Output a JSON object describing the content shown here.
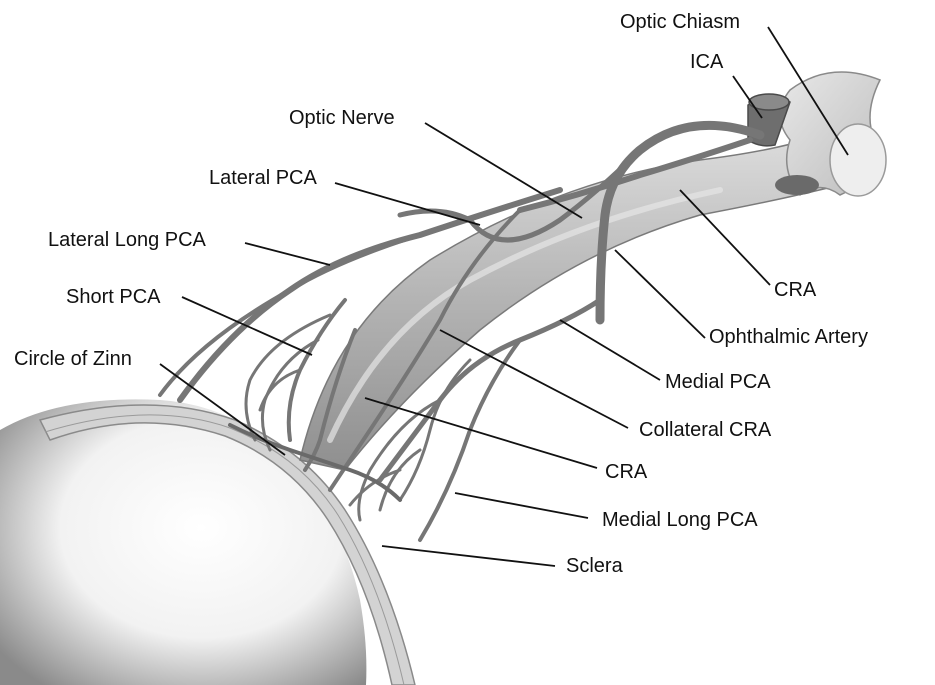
{
  "labels": {
    "optic_chiasm": "Optic Chiasm",
    "ica": "ICA",
    "optic_nerve": "Optic Nerve",
    "lateral_pca": "Lateral PCA",
    "lateral_long_pca": "Lateral Long PCA",
    "short_pca": "Short PCA",
    "circle_of_zinn": "Circle of Zinn",
    "cra_top": "CRA",
    "ophthalmic_artery": "Ophthalmic Artery",
    "medial_pca": "Medial PCA",
    "collateral_cra": "Collateral CRA",
    "cra_bottom": "CRA",
    "medial_long_pca": "Medial Long PCA",
    "sclera": "Sclera"
  },
  "colors": {
    "vessel": "#7a7a7a",
    "vessel_dark": "#5a5a5a",
    "nerve": "#b9b9b9",
    "sclera": "#d6d6d6",
    "leader": "#111111"
  }
}
